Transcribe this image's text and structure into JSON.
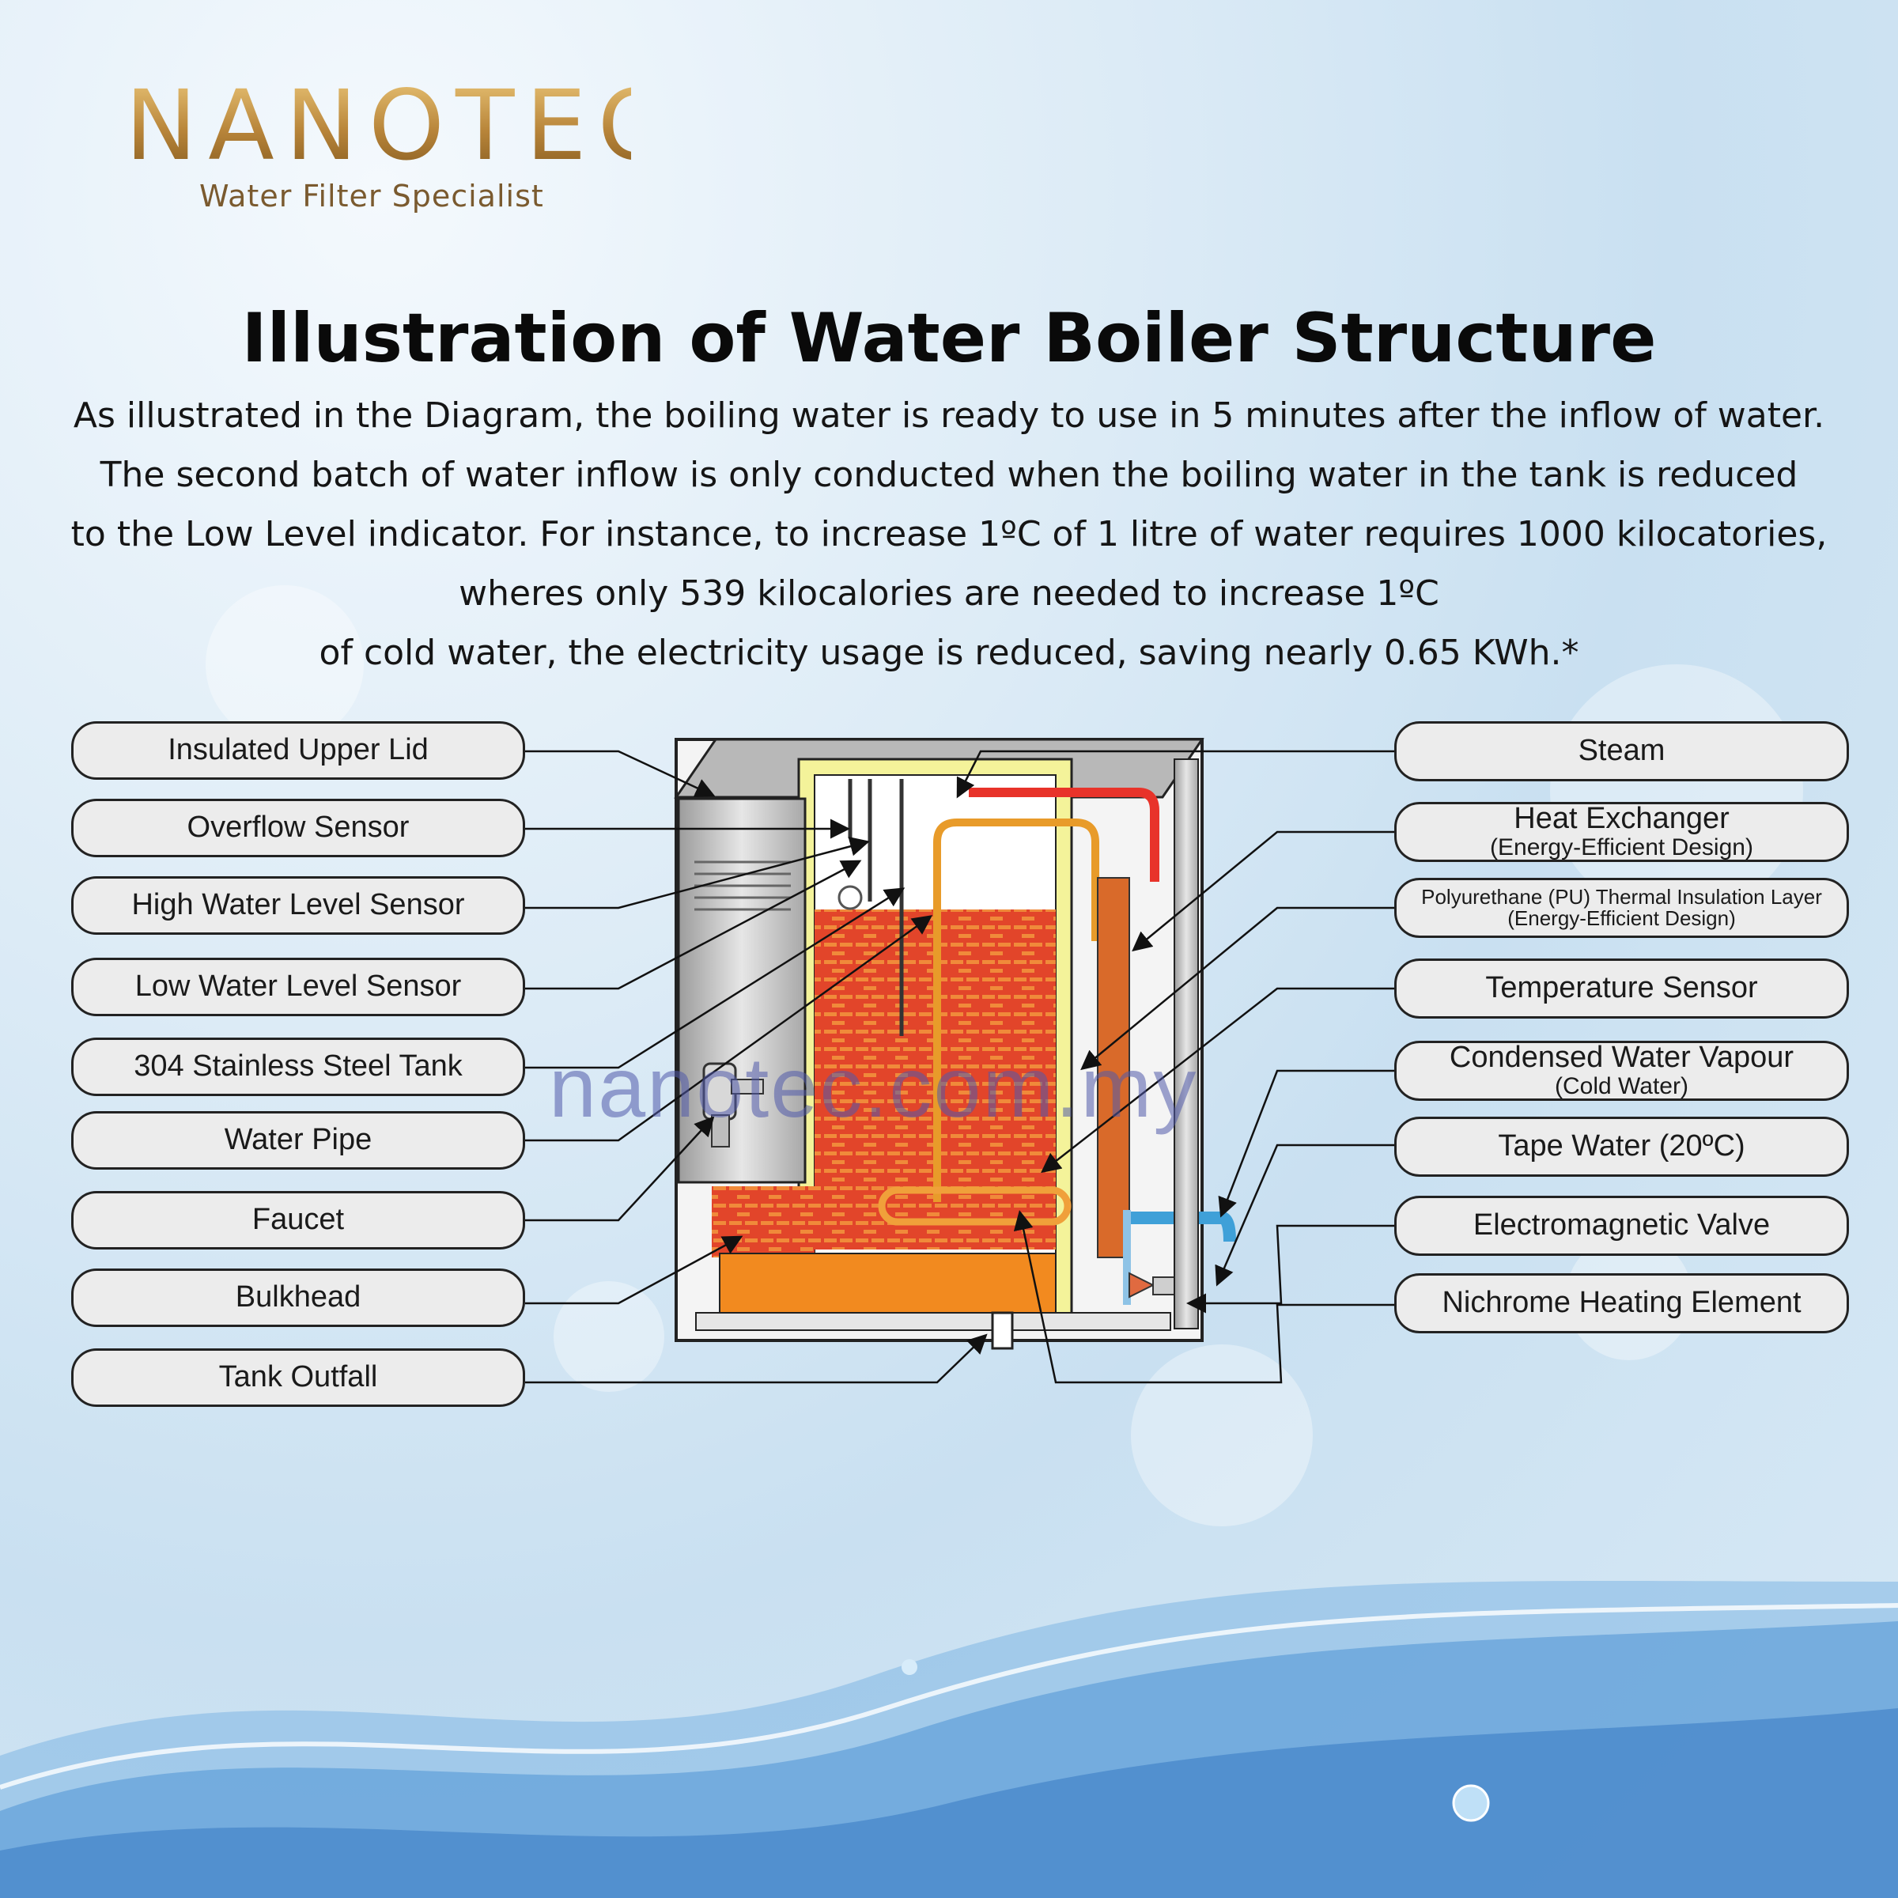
{
  "logo": {
    "brand": "NANOTEC",
    "tagline": "Water Filter Specialist"
  },
  "title": "Illustration of Water Boiler Structure",
  "description": [
    "As illustrated in the Diagram, the boiling water is ready to use in 5 minutes after the inflow of water.",
    "The second batch of water inflow is only conducted when the boiling water in the tank is reduced",
    "to the Low Level indicator. For instance, to increase 1ºC of 1 litre of water requires 1000 kilocatories,",
    "wheres only 539 kilocalories are needed to increase 1ºC",
    "of cold water, the electricity usage is reduced, saving nearly 0.65 KWh.*"
  ],
  "left_labels": [
    "Insulated Upper Lid",
    "Overflow Sensor",
    "High Water Level Sensor",
    "Low Water Level Sensor",
    "304 Stainless Steel Tank",
    "Water Pipe",
    "Faucet",
    "Bulkhead",
    "Tank Outfall"
  ],
  "right_labels": [
    {
      "main": "Steam",
      "sub": ""
    },
    {
      "main": "Heat Exchanger",
      "sub": "(Energy-Efficient Design)"
    },
    {
      "main": "Polyurethane (PU) Thermal Insulation Layer",
      "sub": "(Energy-Efficient Design)"
    },
    {
      "main": "Temperature Sensor",
      "sub": ""
    },
    {
      "main": "Condensed Water Vapour",
      "sub": "(Cold Water)"
    },
    {
      "main": "Tape Water (20ºC)",
      "sub": ""
    },
    {
      "main": "Electromagnetic Valve",
      "sub": ""
    },
    {
      "main": "Nichrome Heating Element",
      "sub": ""
    }
  ],
  "watermark": "nanotec.com.my",
  "colors": {
    "gold": "#c29245",
    "water": "#e04a2a",
    "insulation": "#f4f39a",
    "steel": "#c9c9c9"
  }
}
